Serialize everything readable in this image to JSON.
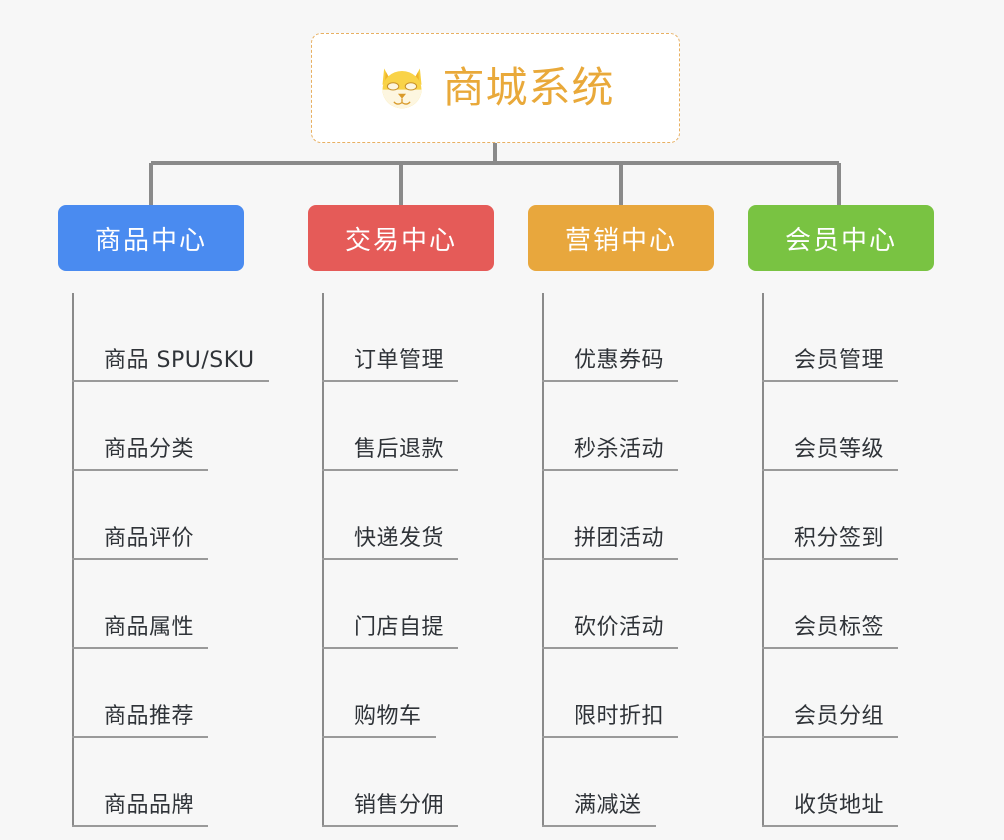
{
  "root": {
    "title": "商城系统",
    "icon": "shiba-dog-icon",
    "title_color": "#e9a93a",
    "border_color": "#e8b062",
    "background": "#ffffff"
  },
  "page": {
    "background_color": "#f7f7f7",
    "connector_color": "#8a8a8a"
  },
  "columns": [
    {
      "id": "product-center",
      "label": "商品中心",
      "color": "#4a8bf0",
      "items": [
        {
          "label": "商品 SPU/SKU"
        },
        {
          "label": "商品分类"
        },
        {
          "label": "商品评价"
        },
        {
          "label": "商品属性"
        },
        {
          "label": "商品推荐"
        },
        {
          "label": "商品品牌"
        }
      ]
    },
    {
      "id": "trade-center",
      "label": "交易中心",
      "color": "#e55b58",
      "items": [
        {
          "label": "订单管理"
        },
        {
          "label": "售后退款"
        },
        {
          "label": "快递发货"
        },
        {
          "label": "门店自提"
        },
        {
          "label": "购物车"
        },
        {
          "label": "销售分佣"
        }
      ]
    },
    {
      "id": "marketing-center",
      "label": "营销中心",
      "color": "#e8a73d",
      "items": [
        {
          "label": "优惠券码"
        },
        {
          "label": "秒杀活动"
        },
        {
          "label": "拼团活动"
        },
        {
          "label": "砍价活动"
        },
        {
          "label": "限时折扣"
        },
        {
          "label": "满减送"
        }
      ]
    },
    {
      "id": "member-center",
      "label": "会员中心",
      "color": "#79c342",
      "items": [
        {
          "label": "会员管理"
        },
        {
          "label": "会员等级"
        },
        {
          "label": "积分签到"
        },
        {
          "label": "会员标签"
        },
        {
          "label": "会员分组"
        },
        {
          "label": "收货地址"
        }
      ]
    }
  ]
}
